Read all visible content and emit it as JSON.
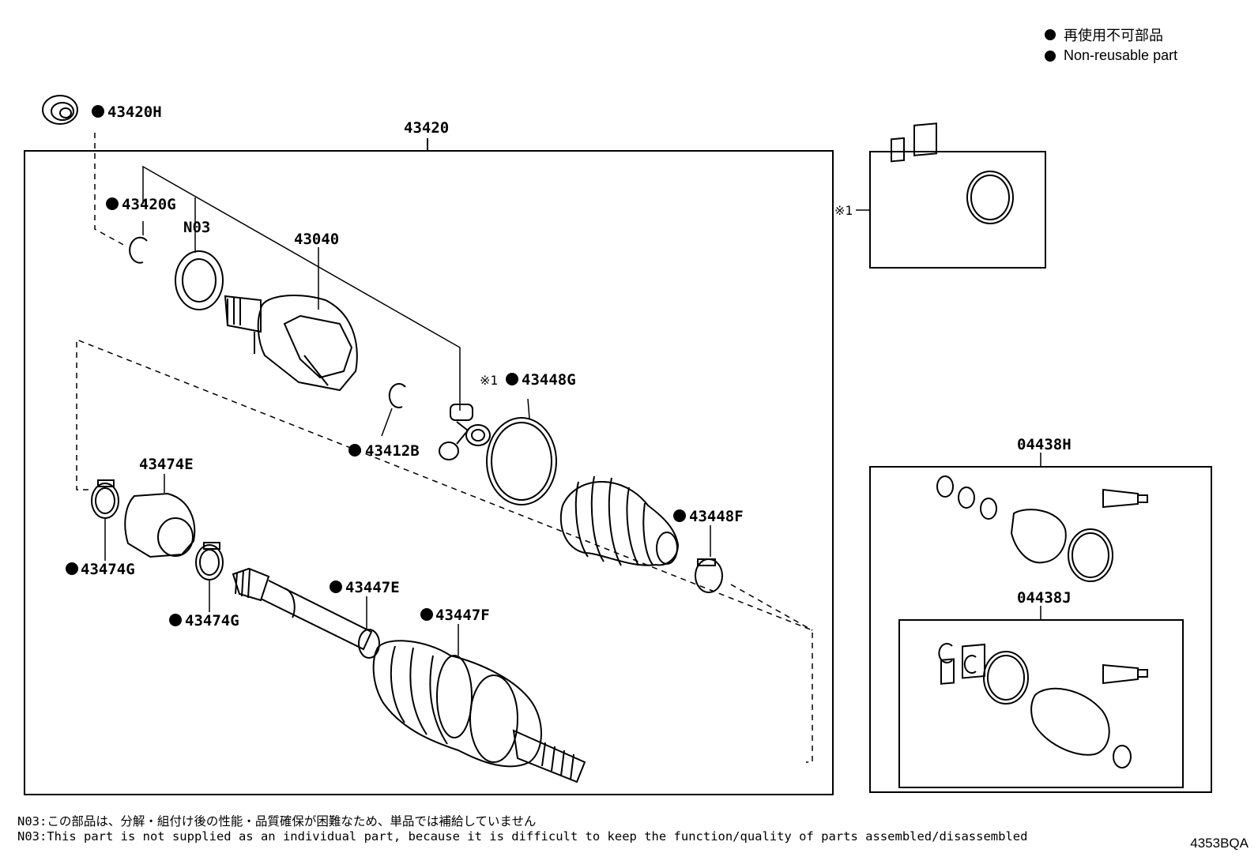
{
  "legend": {
    "items": [
      {
        "label": "再使用不可部品"
      },
      {
        "label": "Non-reusable part"
      }
    ]
  },
  "labels": {
    "assembly": "43420",
    "seal": "43420H",
    "snap_ring_g": "43420G",
    "n03": "N03",
    "outboard_joint": "43040",
    "snap_ring_b": "43412B",
    "note_mark": "※1",
    "clamp_g": "43448G",
    "clamp_f": "43448F",
    "inboard_joint": "43474E",
    "clamp_474_a": "43474G",
    "clamp_474_b": "43474G",
    "clamp_447e": "43447E",
    "clamp_447f": "43447F",
    "kit_note_mark": "※1",
    "boot_kit_h": "04438H",
    "boot_kit_j": "04438J"
  },
  "notes": {
    "jp": "N03:この部品は、分解・組付け後の性能・品質確保が困難なため、単品では補給していません",
    "en": "N03:This part is not supplied as an individual part, because it is difficult to keep the function/quality of parts assembled/disassembled"
  },
  "diagram_code": "4353BQA",
  "colors": {
    "line": "#000000",
    "background": "#ffffff"
  }
}
